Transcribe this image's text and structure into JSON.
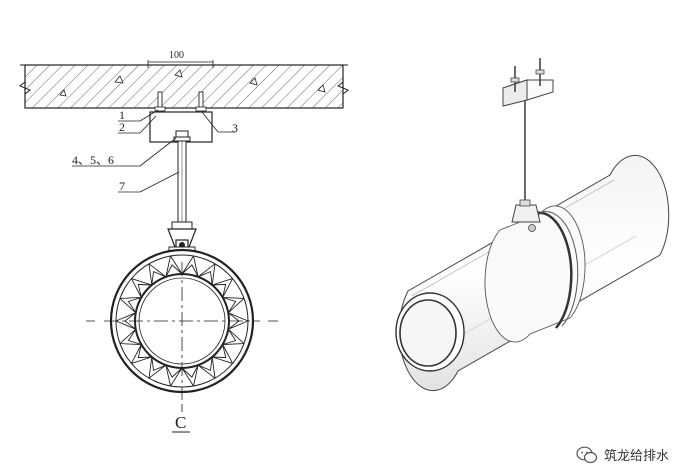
{
  "drawing": {
    "dimension_label": "100",
    "part_labels": {
      "p1": "1",
      "p2": "2",
      "p3": "3",
      "p456": "4、5、6",
      "p7": "7"
    },
    "section_label": "C"
  },
  "watermark": {
    "text": "筑龙给排水",
    "icon": "wechat-icon"
  }
}
